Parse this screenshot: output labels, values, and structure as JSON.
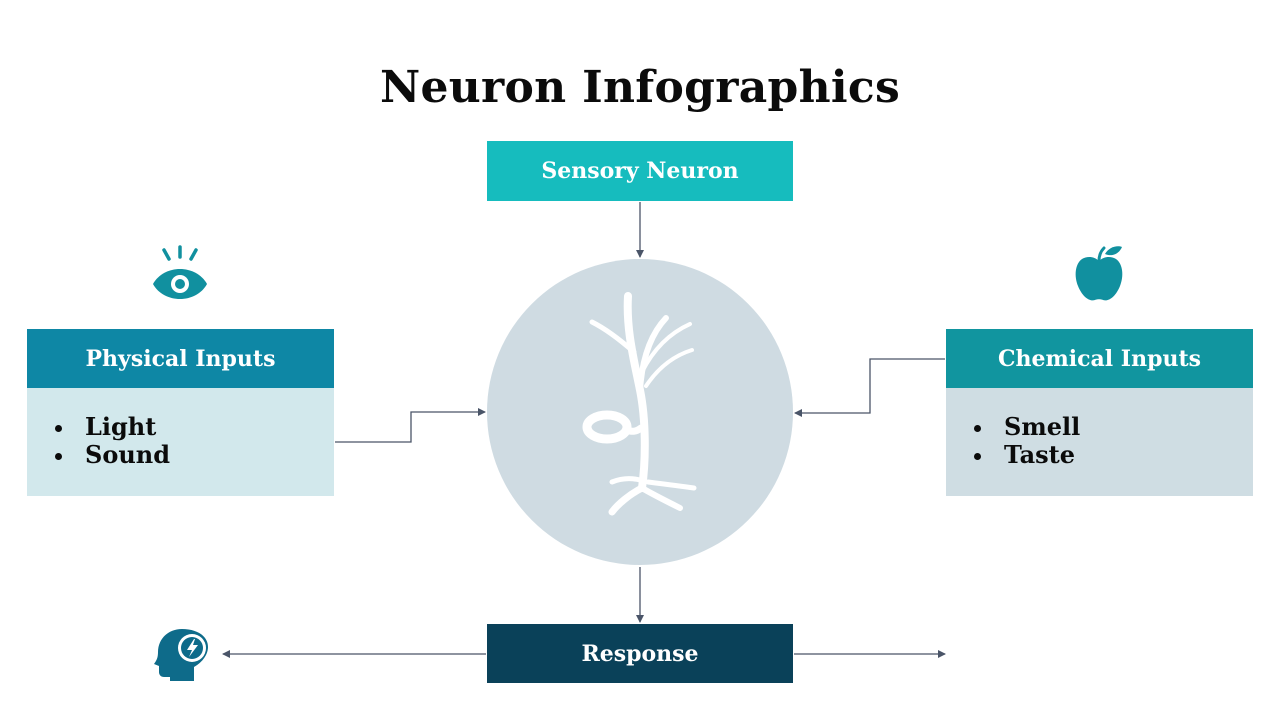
{
  "title": "Neuron Infographics",
  "center": {
    "label": "Sensory Neuron"
  },
  "response": {
    "label": "Response"
  },
  "left_card": {
    "title": "Physical Inputs",
    "items": [
      "Light",
      "Sound"
    ]
  },
  "right_card": {
    "title": "Chemical Inputs",
    "items": [
      "Smell",
      "Taste"
    ]
  },
  "icons": {
    "left": "eye-icon",
    "right": "apple-icon",
    "response": "head-lightning-icon",
    "center": "neuron-icon"
  },
  "colors": {
    "sensory": "#16bcbe",
    "physical": "#0e87a5",
    "chemical": "#11959f",
    "response": "#0a4159",
    "circle": "#cfdbe2",
    "icon": "#11909f",
    "connector": "#4a5568"
  }
}
